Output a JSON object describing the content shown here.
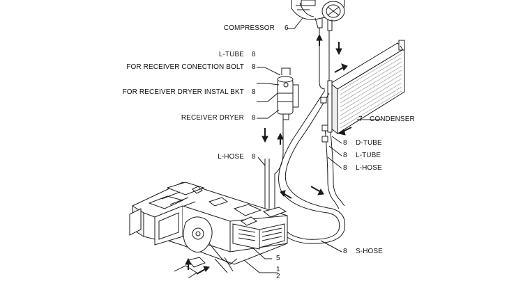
{
  "labels": {
    "compressor": {
      "text": "COMPRESSOR",
      "num": "6"
    },
    "l_tube_top": {
      "text": "L-TUBE",
      "num": "8"
    },
    "receiver_bolt": {
      "text": "FOR RECEIVER CONECTION BOLT",
      "num": "8"
    },
    "receiver_bkt": {
      "text": "FOR RECEIVER DRYER INSTAL BKT",
      "num": "8"
    },
    "receiver_dryer": {
      "text": "RECEIVER DRYER",
      "num": "8"
    },
    "l_hose_left": {
      "text": "L-HOSE",
      "num": "8"
    },
    "condenser": {
      "text": "CONDENSER",
      "num": "7"
    },
    "d_tube": {
      "text": "D-TUBE",
      "num": "8"
    },
    "l_tube_right": {
      "text": "L-TUBE",
      "num": "8"
    },
    "l_hose_right": {
      "text": "L-HOSE",
      "num": "8"
    },
    "s_hose": {
      "text": "S-HOSE",
      "num": "8"
    },
    "part5": {
      "num": "5"
    },
    "part1": {
      "num": "1"
    },
    "part2": {
      "num": "2"
    }
  },
  "colors": {
    "line": "#1a1a1a",
    "fill": "#ffffff",
    "shade": "#d8d8d8"
  }
}
